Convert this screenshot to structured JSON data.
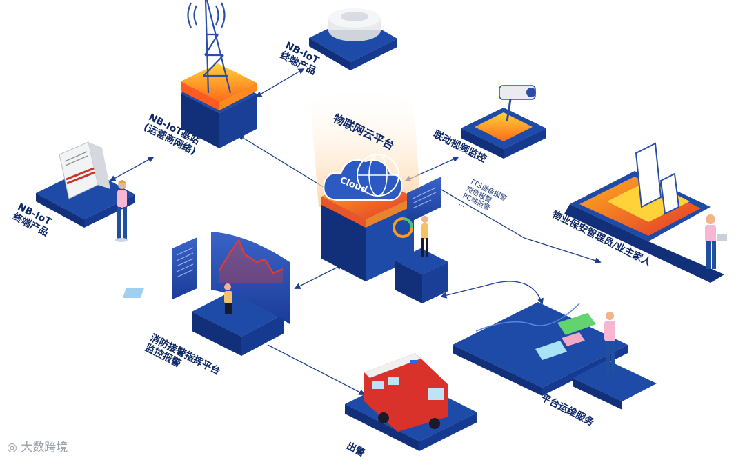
{
  "labels": {
    "cloud_platform": "物联网云平台",
    "cloud_badge": "Cloud",
    "base_station_line1": "NB-IoT基站",
    "base_station_line2": "(运营商网络)",
    "terminal_top_line1": "NB-IoT",
    "terminal_top_line2": "终端产品",
    "terminal_left_line1": "NB-IoT",
    "terminal_left_line2": "终端产品",
    "video_monitor": "联动视频监控",
    "alarm_methods": [
      "TTS语音报警",
      "短信报警",
      "PC端报警",
      "..."
    ],
    "property_manager": "物业保安管理员/业主家人",
    "fire_platform_line1": "消防接警指挥平台",
    "fire_platform_line2": "监控报警",
    "ops_service": "平台运维服务",
    "dispatch": "出警"
  },
  "watermark": "大数跨境",
  "colors": {
    "platform_blue": "#1e4aa8",
    "dark_blue": "#12307a",
    "orange": "#ff9a1f",
    "red": "#e63b2e",
    "label_navy": "#0d2766"
  }
}
